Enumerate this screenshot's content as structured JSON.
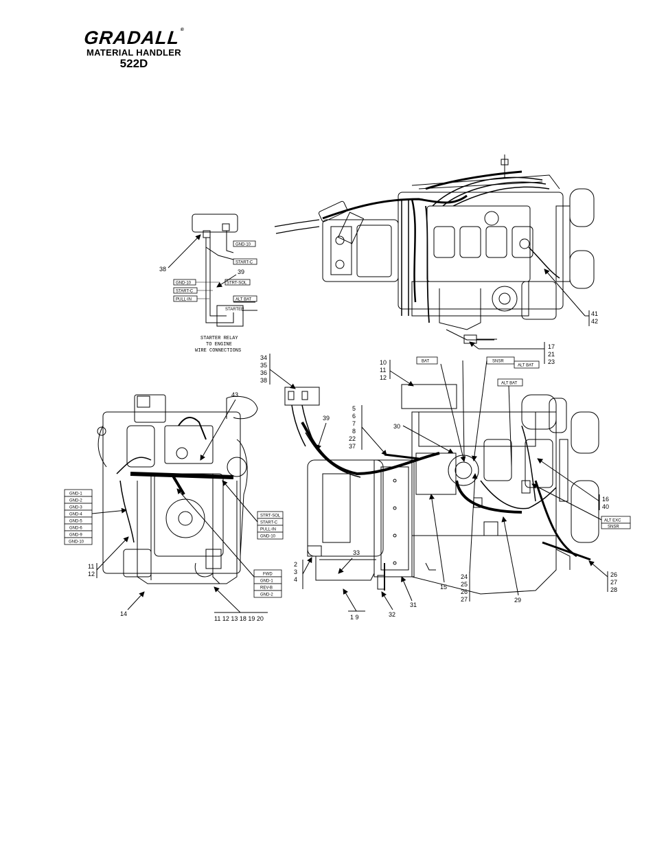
{
  "header": {
    "brand": "GRADALL",
    "registered": "®",
    "subtitle": "MATERIAL HANDLER",
    "model": "522D"
  },
  "inset": {
    "caption_line1": "STARTER RELAY",
    "caption_line2": "TO ENGINE",
    "caption_line3": "WIRE CONNECTIONS",
    "tags": [
      "GND-10",
      "START-C",
      "STRT-SOL",
      "GND-10",
      "START-C",
      "PULL-IN",
      "ALT BAT",
      "STARTER"
    ],
    "callouts": [
      "38",
      "39"
    ]
  },
  "top_view": {
    "callouts": {
      "c41_42": [
        "41",
        "42"
      ],
      "c17_23": [
        "17",
        "21",
        "23"
      ]
    }
  },
  "left_view": {
    "gnd_list": [
      "GND-1",
      "GND-2",
      "GND-3",
      "GND-4",
      "GND-5",
      "GND-6",
      "GND-9",
      "GND-10"
    ],
    "start_list": [
      "STRT-SOL",
      "START-C",
      "PULL-IN",
      "GND-10"
    ],
    "fwd_list": [
      "FWD",
      "GND-1",
      "REV-B",
      "GND-2"
    ],
    "callouts": {
      "c43": "43",
      "c11_12": [
        "11",
        "12"
      ],
      "c14": "14",
      "bottom_row": "11 12 13 18 19 20"
    }
  },
  "right_view": {
    "tags": {
      "bat": "BAT",
      "snsr": "SNSR",
      "alt_bat_1": "ALT BAT",
      "alt_bat_2": "ALT BAT",
      "alt_exc": "ALT EXC",
      "snsr2": "SNSR"
    },
    "callouts": {
      "c34_38": [
        "34",
        "35",
        "36",
        "38"
      ],
      "c10_12": [
        "10",
        "11",
        "12"
      ],
      "c5_37": [
        "5",
        "6",
        "7",
        "8",
        "22",
        "37"
      ],
      "c39": "39",
      "c30": "30",
      "c16_40": [
        "16",
        "40"
      ],
      "c2_4": [
        "2",
        "3",
        "4"
      ],
      "c33": "33",
      "c1_9": "1  9",
      "c32": "32",
      "c31": "31",
      "c15": "15",
      "c24_27": [
        "24",
        "25",
        "26",
        "27"
      ],
      "c29": "29",
      "c26_28": [
        "26",
        "27",
        "28"
      ]
    }
  }
}
